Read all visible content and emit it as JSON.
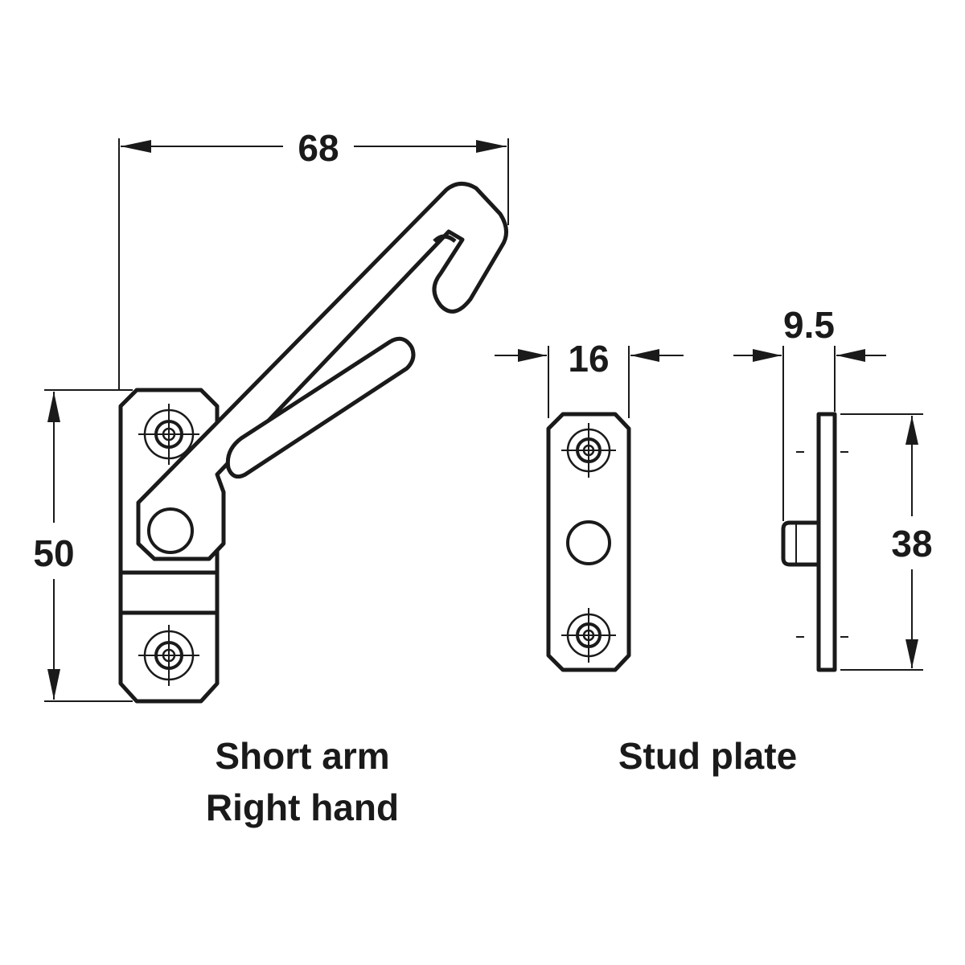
{
  "dimensions": {
    "arm_width": "68",
    "bracket_height": "50",
    "plate_width": "16",
    "stud_depth": "9.5",
    "plate_height": "38"
  },
  "captions": {
    "arm_line1": "Short arm",
    "arm_line2": "Right hand",
    "plate": "Stud plate"
  }
}
